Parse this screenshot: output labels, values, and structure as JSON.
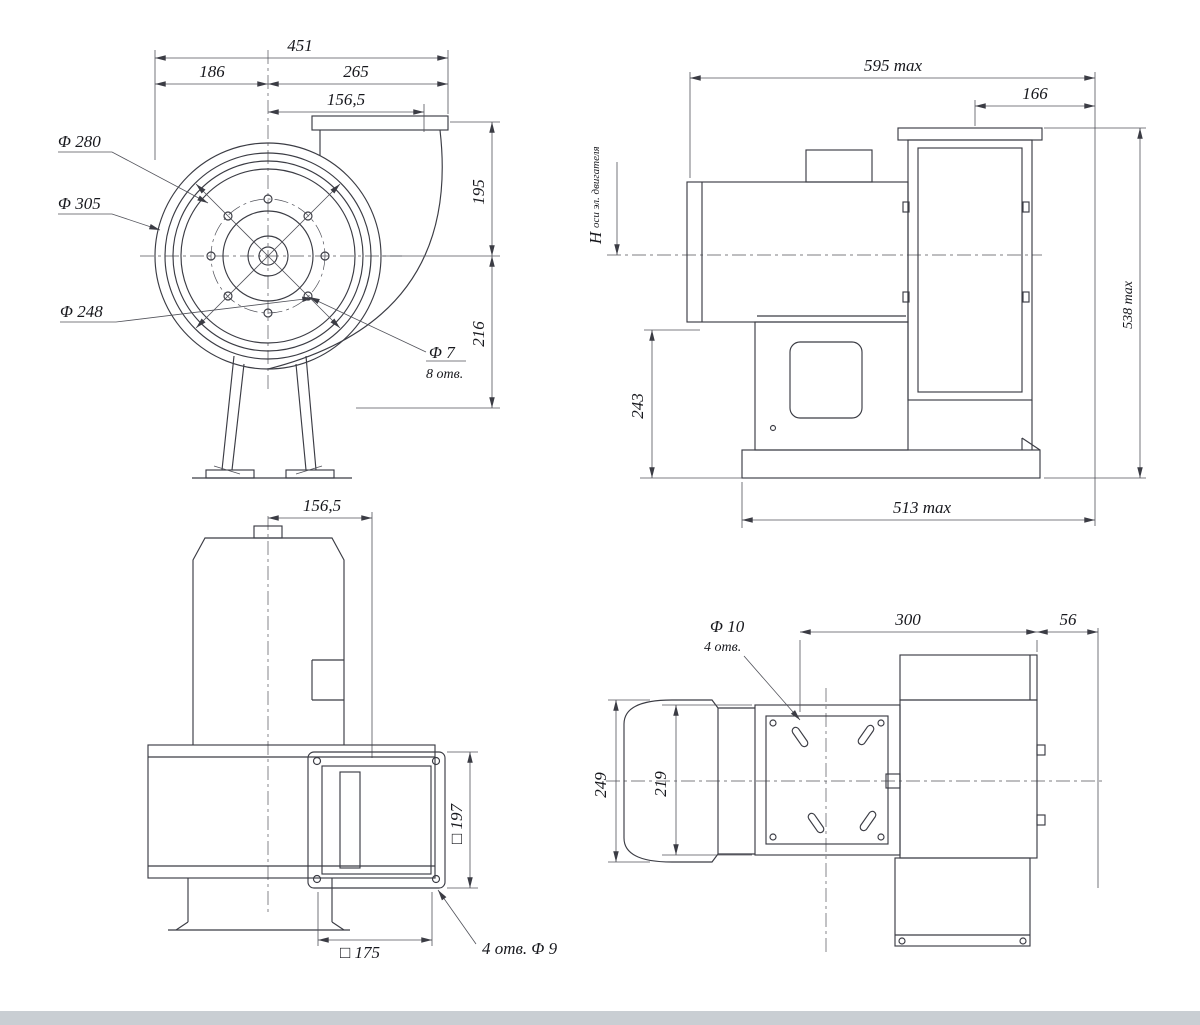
{
  "meta": {
    "bg_color": "#ffffff",
    "line_color": "#3b3c44",
    "footer_bar_color": "#c9ced3",
    "drawing_type": "centrifugal-fan-dimension-drawing"
  },
  "views": {
    "front": {
      "dim_total_width": "451",
      "dim_left_of_axis": "186",
      "dim_right_of_axis": "265",
      "dim_outlet_offset": "156,5",
      "dia_280": "Φ 280",
      "dia_305": "Φ 305",
      "dia_248": "Φ 248",
      "dim_outlet_to_axis": "195",
      "dim_axis_to_bottom": "216",
      "hole_dia": "Φ 7",
      "hole_count": "8 отв."
    },
    "side": {
      "dim_length_max": "595 max",
      "dim_166": "166",
      "h_label": "H",
      "h_sub": "оси эл. двигателя",
      "dim_243": "243",
      "dim_height_max": "538 max",
      "dim_base_max": "513 max"
    },
    "front_lower": {
      "dim_outlet_offset": "156,5",
      "dim_flange_height": "□ 197",
      "dim_flange_square": "□ 175",
      "hole_note": "4 отв.  Φ 9"
    },
    "plan": {
      "hole_dia": "Φ 10",
      "hole_count": "4 отв.",
      "dim_300": "300",
      "dim_56": "56",
      "dim_motor_width": "249",
      "dim_casing_width": "219"
    }
  }
}
